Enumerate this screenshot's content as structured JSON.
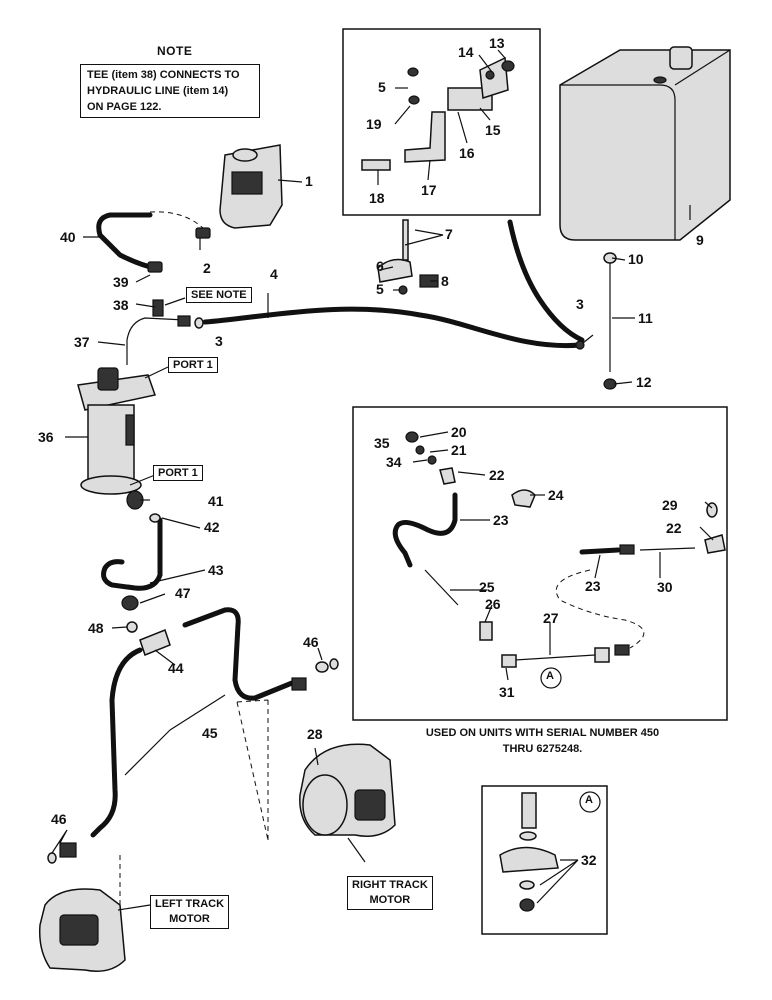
{
  "note": {
    "title": "NOTE",
    "lines": [
      "TEE (item 38) CONNECTS TO",
      "HYDRAULIC LINE (item 14)",
      "ON PAGE 122."
    ]
  },
  "labels": {
    "see_note": "SEE NOTE",
    "port1_top": "PORT 1",
    "port1_bottom": "PORT 1",
    "left_track_motor": [
      "LEFT TRACK",
      "MOTOR"
    ],
    "right_track_motor": [
      "RIGHT TRACK",
      "MOTOR"
    ],
    "serial_caption": [
      "USED ON UNITS WITH SERIAL NUMBER 450",
      "THRU 6275248."
    ],
    "detail_marker": "A"
  },
  "callouts": [
    {
      "id": "c1",
      "text": "1"
    },
    {
      "id": "c2",
      "text": "2"
    },
    {
      "id": "c3a",
      "text": "3"
    },
    {
      "id": "c3b",
      "text": "3"
    },
    {
      "id": "c4",
      "text": "4"
    },
    {
      "id": "c5a",
      "text": "5"
    },
    {
      "id": "c5b",
      "text": "5"
    },
    {
      "id": "c6",
      "text": "6"
    },
    {
      "id": "c7",
      "text": "7"
    },
    {
      "id": "c8",
      "text": "8"
    },
    {
      "id": "c9",
      "text": "9"
    },
    {
      "id": "c10",
      "text": "10"
    },
    {
      "id": "c11",
      "text": "11"
    },
    {
      "id": "c12",
      "text": "12"
    },
    {
      "id": "c13",
      "text": "13"
    },
    {
      "id": "c14",
      "text": "14"
    },
    {
      "id": "c15",
      "text": "15"
    },
    {
      "id": "c16",
      "text": "16"
    },
    {
      "id": "c17",
      "text": "17"
    },
    {
      "id": "c18",
      "text": "18"
    },
    {
      "id": "c19",
      "text": "19"
    },
    {
      "id": "c20",
      "text": "20"
    },
    {
      "id": "c21",
      "text": "21"
    },
    {
      "id": "c22a",
      "text": "22"
    },
    {
      "id": "c22b",
      "text": "22"
    },
    {
      "id": "c23a",
      "text": "23"
    },
    {
      "id": "c23b",
      "text": "23"
    },
    {
      "id": "c24",
      "text": "24"
    },
    {
      "id": "c25",
      "text": "25"
    },
    {
      "id": "c26",
      "text": "26"
    },
    {
      "id": "c27",
      "text": "27"
    },
    {
      "id": "c28",
      "text": "28"
    },
    {
      "id": "c29",
      "text": "29"
    },
    {
      "id": "c30",
      "text": "30"
    },
    {
      "id": "c31",
      "text": "31"
    },
    {
      "id": "c32",
      "text": "32"
    },
    {
      "id": "c34",
      "text": "34"
    },
    {
      "id": "c35",
      "text": "35"
    },
    {
      "id": "c36",
      "text": "36"
    },
    {
      "id": "c37",
      "text": "37"
    },
    {
      "id": "c38",
      "text": "38"
    },
    {
      "id": "c39",
      "text": "39"
    },
    {
      "id": "c40",
      "text": "40"
    },
    {
      "id": "c41",
      "text": "41"
    },
    {
      "id": "c42",
      "text": "42"
    },
    {
      "id": "c43",
      "text": "43"
    },
    {
      "id": "c44",
      "text": "44"
    },
    {
      "id": "c45",
      "text": "45"
    },
    {
      "id": "c46a",
      "text": "46"
    },
    {
      "id": "c46b",
      "text": "46"
    },
    {
      "id": "c47",
      "text": "47"
    },
    {
      "id": "c48",
      "text": "48"
    }
  ]
}
